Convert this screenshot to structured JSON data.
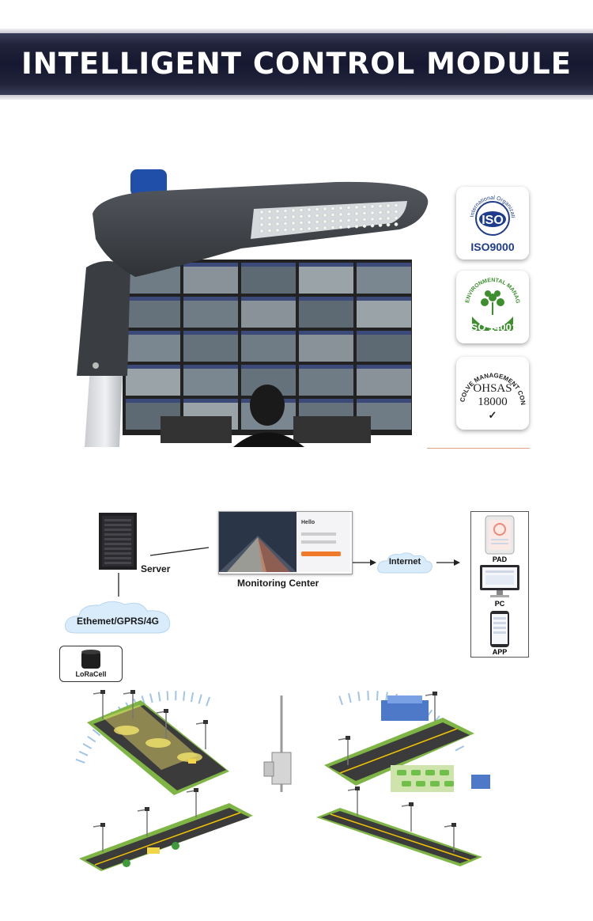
{
  "banner": {
    "title": "INTELLIGENT CONTROL MODULE"
  },
  "certs": {
    "iso9000": {
      "ring_text": "International Organization for Standardization",
      "mark": "ISO",
      "label": "ISO9000"
    },
    "iso14001": {
      "ring_text": "ENVIRONMENTAL MANAGEMENT SYSTEM",
      "label": "ISO 14001"
    },
    "ohsas": {
      "ring_text": "COLVE MANAGEMENT CONSULTATION",
      "line1": "OHSAS",
      "line2": "18000",
      "check": "✓"
    }
  },
  "diagram": {
    "server": "Server",
    "monitoring_center": "Monitoring Center",
    "internet": "Internet",
    "network": "Ethemet/GPRS/4G",
    "loracell": "LoRaCell",
    "devices": {
      "pad": "PAD",
      "pc": "PC",
      "app": "APP"
    },
    "screen_greeting": "Hello"
  },
  "colors": {
    "banner_dark": "#151830",
    "accent_blue": "#1e3c8c",
    "cert_green": "#3d8f2e",
    "cloud_blue": "#d9ecfb",
    "road": "#3b3b3b",
    "grass": "#7fb545",
    "lamp_glow": "#f3e36b"
  }
}
